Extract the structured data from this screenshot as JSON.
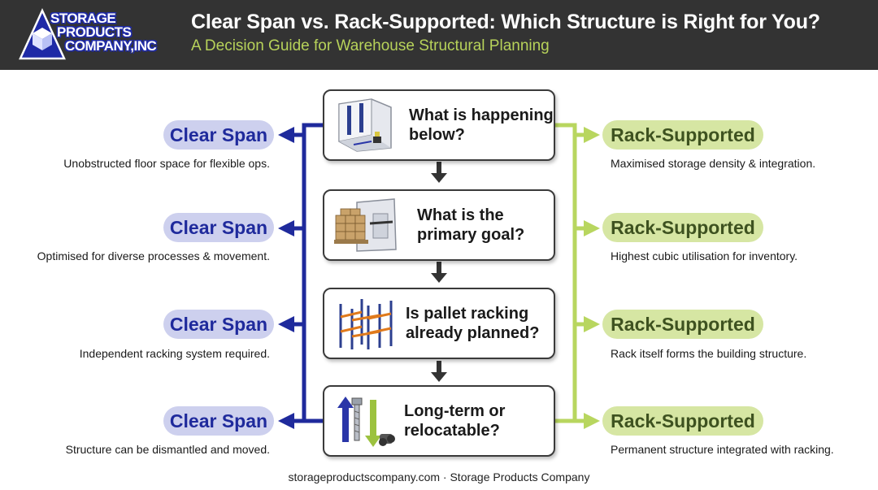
{
  "header": {
    "logo_lines": [
      "STORAGE",
      "PRODUCTS",
      "COMPANY,INC"
    ],
    "title": "Clear Span vs. Rack-Supported: Which Structure is Right for You?",
    "subtitle": "A Decision Guide for Warehouse Structural Planning"
  },
  "colors": {
    "header_bg": "#333333",
    "subtitle": "#b7d25a",
    "clear_span_line": "#1f2a9c",
    "clear_span_pill": "#cdd0ee",
    "rack_supported_line": "#b8d65f",
    "rack_supported_pill": "#d6e6a3"
  },
  "questions": [
    {
      "text": "What is happening below?",
      "icon": "warehouse-forklift-icon"
    },
    {
      "text": "What is the primary goal?",
      "icon": "pallet-boxes-icon"
    },
    {
      "text": "Is pallet racking already planned?",
      "icon": "pallet-racking-icon"
    },
    {
      "text": "Long-term or relocatable?",
      "icon": "bolt-and-arrows-icon"
    }
  ],
  "left": {
    "label": "Clear Span",
    "items": [
      "Unobstructed floor space for flexible ops.",
      "Optimised for diverse processes & movement.",
      "Independent racking system required.",
      "Structure can be dismantled and moved."
    ]
  },
  "right": {
    "label": "Rack-Supported",
    "items": [
      "Maximised storage density & integration.",
      "Highest cubic utilisation for inventory.",
      "Rack itself forms the building structure.",
      "Permanent structure integrated with racking."
    ]
  },
  "footer": "storageproductscompany.com · Storage Products Company"
}
